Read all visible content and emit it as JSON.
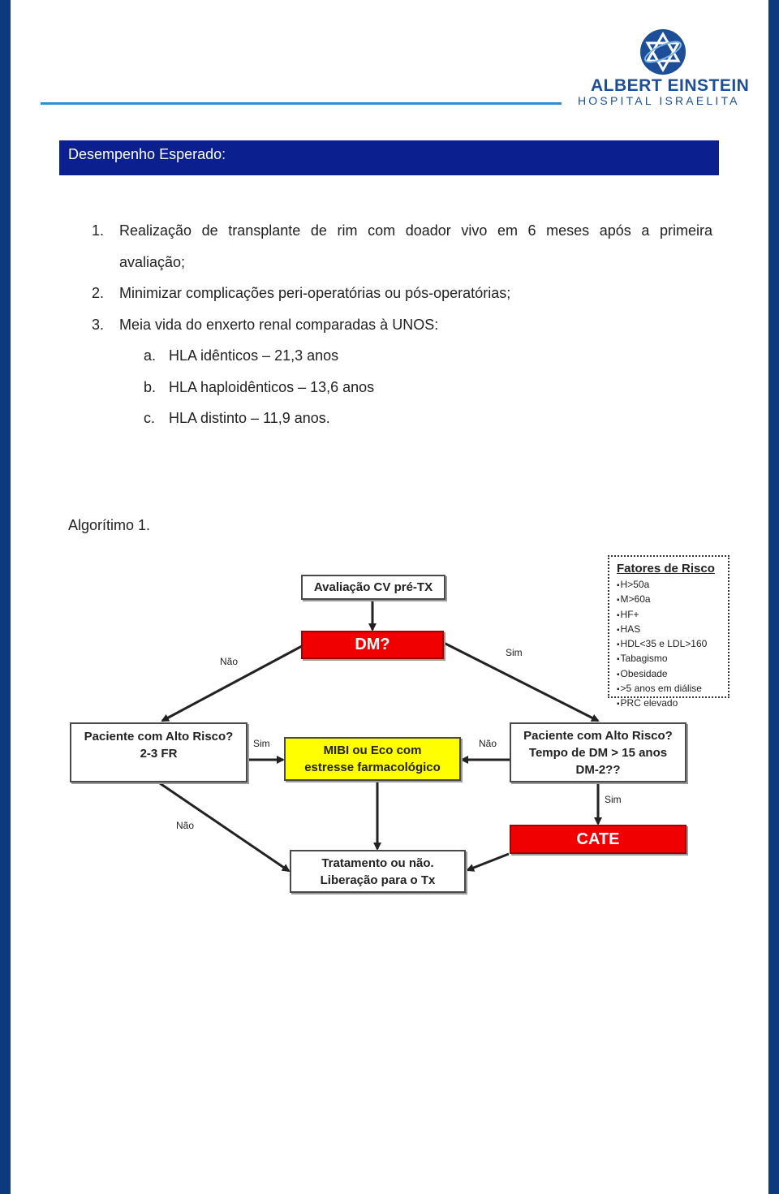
{
  "header": {
    "logo_name": "ALBERT EINSTEIN",
    "logo_subtitle": "HOSPITAL ISRAELITA",
    "brand_color": "#1c4f97"
  },
  "section": {
    "title": "Desempenho Esperado:"
  },
  "list": {
    "items": [
      {
        "num": "1.",
        "first_line": "Realização de transplante de rim com doador vivo em 6 meses após a primeira",
        "continuation": "avaliação;"
      },
      {
        "num": "2.",
        "text": "Minimizar complicações peri-operatórias ou pós-operatórias;"
      },
      {
        "num": "3.",
        "text": "Meia vida do enxerto renal comparadas à UNOS:"
      }
    ],
    "subitems": [
      {
        "num": "a.",
        "text": "HLA idênticos – 21,3 anos"
      },
      {
        "num": "b.",
        "text": "HLA haploidênticos – 13,6 anos"
      },
      {
        "num": "c.",
        "text": "HLA distinto – 11,9 anos."
      }
    ]
  },
  "algorithm": {
    "label": "Algorítimo 1.",
    "nodes": {
      "avaliacao": "Avaliação CV pré-TX",
      "dm": "DM?",
      "paciente_left": "Paciente com Alto Risco?\n2-3 FR",
      "mibi": "MIBI ou Eco com\nestresse farmacológico",
      "paciente_right": "Paciente com Alto Risco?\nTempo de DM > 15 anos\nDM-2??",
      "cate": "CATE",
      "tratamento": "Tratamento ou não.\nLiberação para o Tx"
    },
    "edge_labels": {
      "dm_nao": "Não",
      "dm_sim": "Sim",
      "left_sim": "Sim",
      "right_nao": "Não",
      "right_sim": "Sim",
      "left_nao": "Não"
    },
    "risk_factors": {
      "title": "Fatores de Risco",
      "items": [
        "H>50a",
        "M>60a",
        "HF+",
        "HAS",
        "HDL<35 e LDL>160",
        "Tabagismo",
        "Obesidade",
        ">5 anos em diálise",
        "PRC elevado"
      ]
    }
  }
}
